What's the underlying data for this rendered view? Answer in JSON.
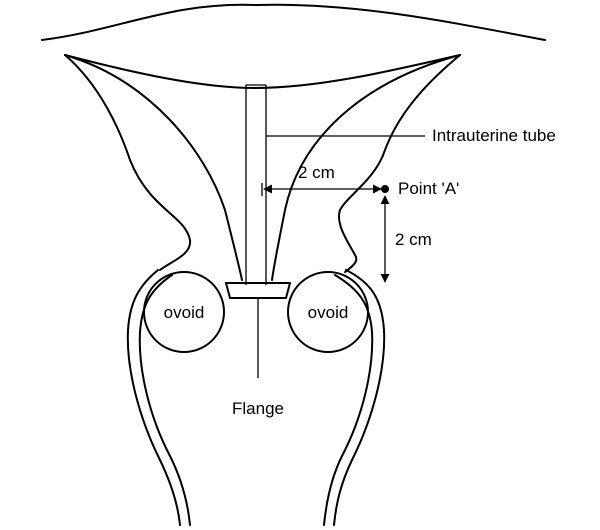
{
  "labels": {
    "intrauterine_tube": "Intrauterine tube",
    "distance_horizontal": "2 cm",
    "point_a": "Point 'A'",
    "distance_vertical": "2 cm",
    "ovoid_left": "ovoid",
    "ovoid_right": "ovoid",
    "flange": "Flange"
  }
}
